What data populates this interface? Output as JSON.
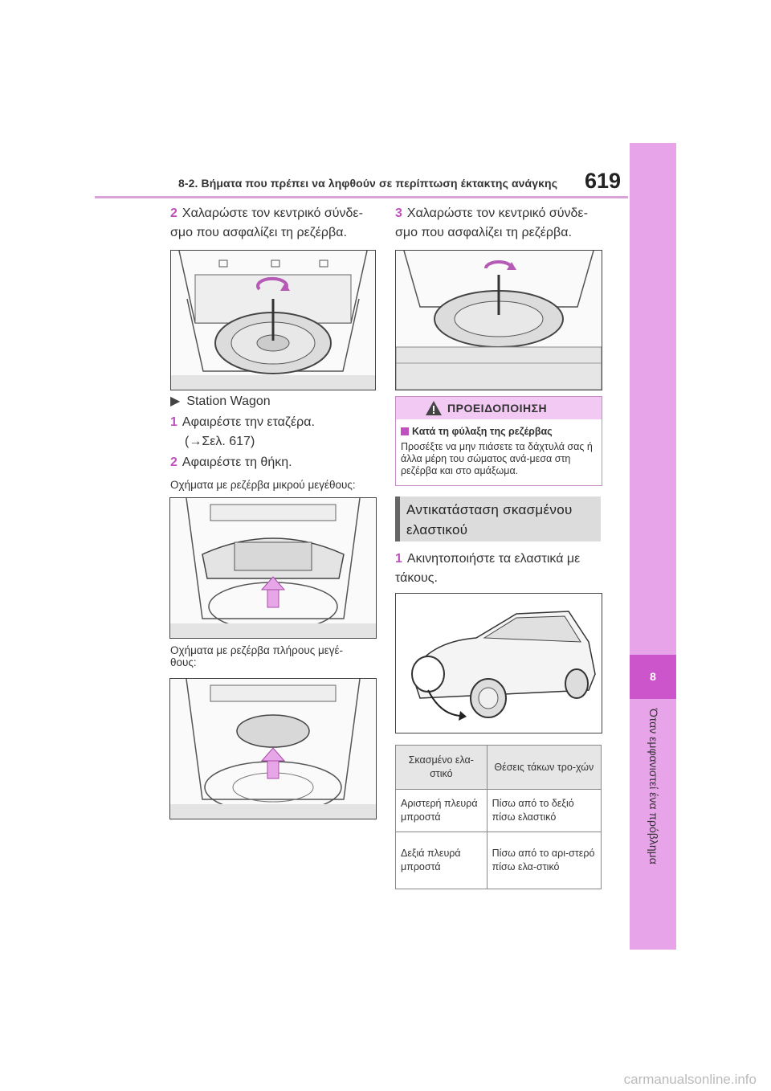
{
  "header": {
    "section_title": "8-2. Βήματα που πρέπει να ληφθούν σε περίπτωση έκτακτης ανάγκης",
    "page_number": "619",
    "accent_color": "#d9a3d9"
  },
  "side_tab": {
    "chapter_number": "8",
    "chapter_label": "Όταν εμφανιστεί ένα πρόβλημα",
    "color": "#e8a4e8",
    "number_color": "#cc55cc"
  },
  "left_column": {
    "step2a": {
      "num": "2",
      "text": "Χαλαρώστε τον κεντρικό σύνδε-σμο που ασφαλίζει τη ρεζέρβα."
    },
    "variant_label": "Station Wagon",
    "step1": {
      "num": "1",
      "line1": "Αφαιρέστε την εταζέρα.",
      "line2": "(→Σελ. 617)"
    },
    "step2b": {
      "num": "2",
      "text": "Αφαιρέστε τη θήκη."
    },
    "caption_small": "Οχήματα με ρεζέρβα μικρού μεγέθους:",
    "caption_full": "Οχήματα με ρεζέρβα πλήρους μεγέ-θους:"
  },
  "right_column": {
    "step3": {
      "num": "3",
      "text": "Χαλαρώστε τον κεντρικό σύνδε-σμο που ασφαλίζει τη ρεζέρβα."
    },
    "warning": {
      "title": "ΠΡΟΕΙΔΟΠΟΙΗΣΗ",
      "subtitle": "Κατά τη φύλαξη της ρεζέρβας",
      "body": "Προσέξτε να μην πιάσετε τα δάχτυλά σας ή άλλα μέρη του σώματος ανά-μεσα στη ρεζέρβα και στο αμάξωμα."
    },
    "subsection_title": "Αντικατάσταση σκασμένου ελαστικού",
    "step1": {
      "num": "1",
      "text": "Ακινητοποιήστε τα ελαστικά με τάκους."
    },
    "table": {
      "headers": [
        "Σκασμένο ελα-στικό",
        "Θέσεις τάκων τρο-χών"
      ],
      "rows": [
        [
          "Αριστερή πλευρά μπροστά",
          "Πίσω από το δεξιό πίσω ελαστικό"
        ],
        [
          "Δεξιά πλευρά μπροστά",
          "Πίσω από το αρι-στερό πίσω ελα-στικό"
        ]
      ]
    }
  },
  "footer": {
    "url": "carmanualsonline.info"
  }
}
